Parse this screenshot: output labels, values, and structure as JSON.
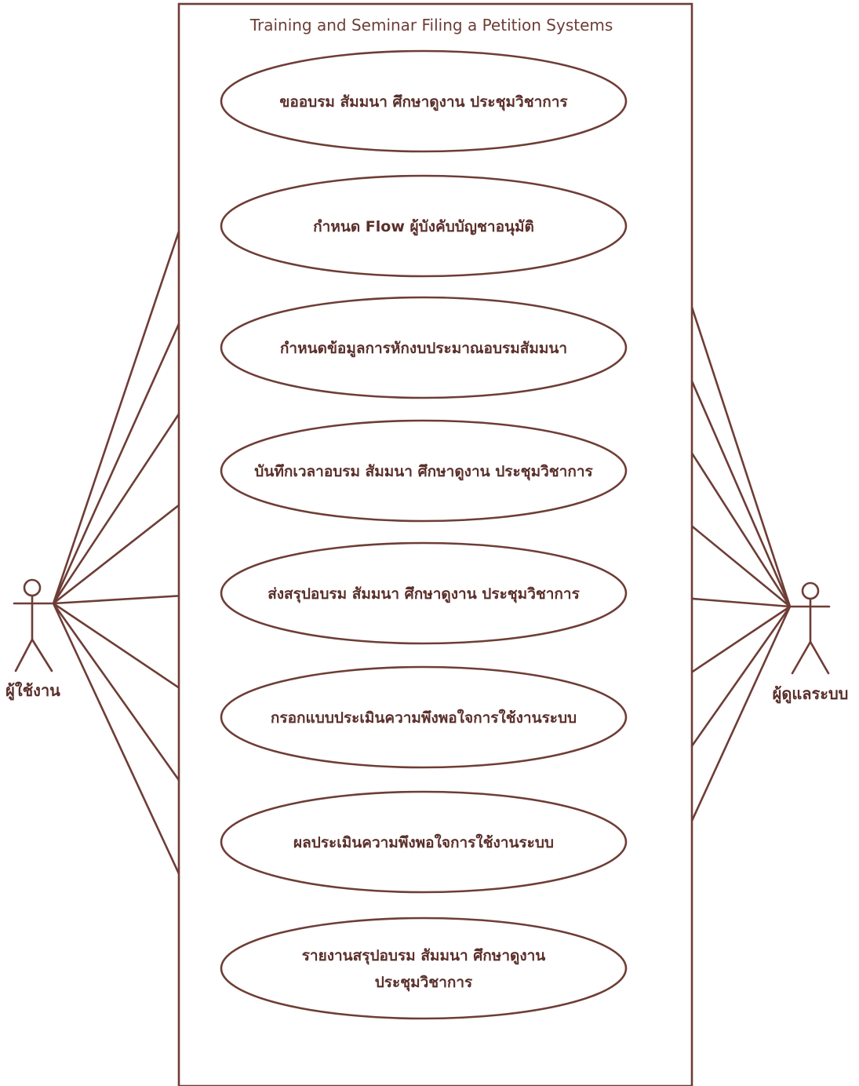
{
  "system": {
    "title": "Training and Seminar Filing a Petition Systems"
  },
  "actors": {
    "user": {
      "label": "ผู้ใช้งาน"
    },
    "admin": {
      "label": "ผู้ดูแลระบบ"
    }
  },
  "use_cases": [
    {
      "lines": [
        "ขออบรม สัมมนา ศึกษาดูงาน ประชุมวิชาการ"
      ]
    },
    {
      "lines": [
        "กำหนด Flow ผู้บังคับบัญชาอนุมัติ"
      ]
    },
    {
      "lines": [
        "กำหนดข้อมูลการหักงบประมาณอบรมสัมมนา"
      ]
    },
    {
      "lines": [
        "บันทึกเวลาอบรม สัมมนา ศึกษาดูงาน ประชุมวิชาการ"
      ]
    },
    {
      "lines": [
        "ส่งสรุปอบรม สัมมนา ศึกษาดูงาน ประชุมวิชาการ"
      ]
    },
    {
      "lines": [
        "กรอกแบบประเมินความพึงพอใจการใช้งานระบบ"
      ]
    },
    {
      "lines": [
        "ผลประเมินความพึงพอใจการใช้งานระบบ"
      ]
    },
    {
      "lines": [
        "รายงานสรุปอบรม สัมมนา ศึกษาดูงาน",
        "ประชุมวิชาการ"
      ]
    }
  ]
}
